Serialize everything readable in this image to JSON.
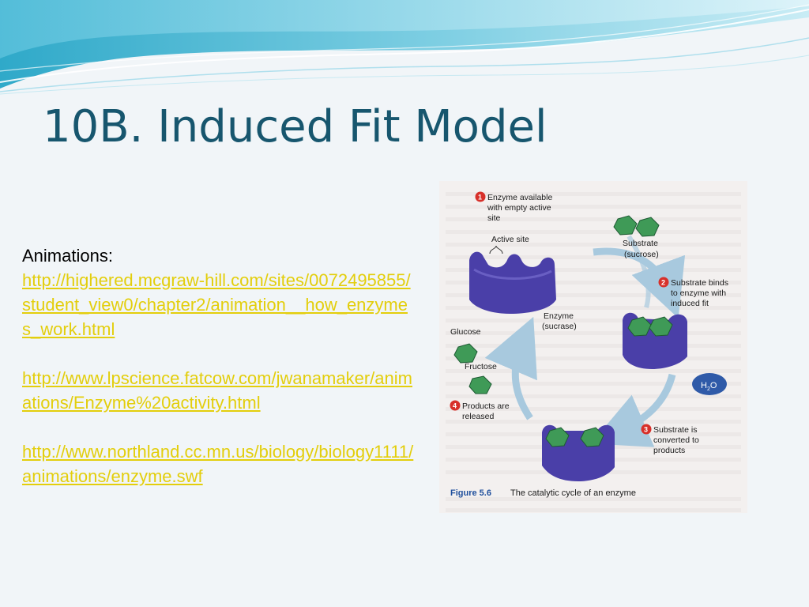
{
  "slide": {
    "title": "10B. Induced Fit Model"
  },
  "links": {
    "label": "Animations:",
    "items": [
      "http://highered.mcgraw-hill.com/sites/0072495855/student_view0/chapter2/animation__how_enzymes_work.html",
      "http://www.lpscience.fatcow.com/jwanamaker/animations/Enzyme%20activity.html",
      "http://www.northland.cc.mn.us/biology/biology1111/animations/enzyme.swf"
    ]
  },
  "figure": {
    "steps": [
      {
        "number": "1",
        "line1": "Enzyme available",
        "line2": "with empty active",
        "line3": "site"
      },
      {
        "number": "2",
        "line1": "Substrate binds",
        "line2": "to enzyme with",
        "line3": "induced fit"
      },
      {
        "number": "3",
        "line1": "Substrate is",
        "line2": "converted to",
        "line3": "products"
      },
      {
        "number": "4",
        "line1": "Products are",
        "line2": "released",
        "line3": ""
      }
    ],
    "labels": {
      "active_site": "Active site",
      "substrate": "Substrate",
      "substrate_name": "(sucrose)",
      "enzyme": "Enzyme",
      "enzyme_name": "(sucrase)",
      "glucose": "Glucose",
      "fructose": "Fructose",
      "water_main": "H",
      "water_sub": "2",
      "water_end": "O"
    },
    "caption": {
      "figure_number": "Figure 5.6",
      "text": "The catalytic cycle of an enzyme"
    }
  },
  "colors": {
    "title": "#17566e",
    "link": "#e3ce0c",
    "enzyme": "#4a3fa8",
    "substrate": "#3f9a57",
    "step_badge": "#d7302a",
    "arrow": "#a8c9de",
    "water": "#2f5aa8"
  }
}
